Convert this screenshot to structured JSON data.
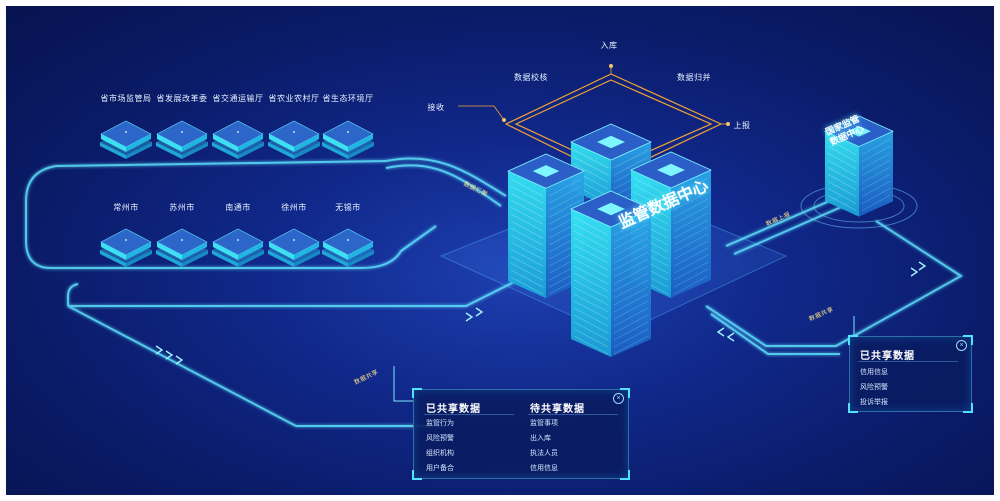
{
  "diagram": {
    "row1_labels": [
      "省市场监管局",
      "省发展改革委",
      "省交通运输厅",
      "省农业农村厅",
      "省生态环境厅"
    ],
    "row2_labels": [
      "常州市",
      "苏州市",
      "南通市",
      "徐州市",
      "无锡市"
    ],
    "flow_labels": {
      "top": "入库",
      "left_top": "数据校核",
      "right_top": "数据归并",
      "left": "接收",
      "right": "上报"
    },
    "center_title": "监管数据中心",
    "national_center": "国家监管\n数据中心",
    "connector_labels": {
      "left_upper": "数据汇聚",
      "right_upper": "数据上报",
      "right_lower": "数据共享",
      "left_lower": "数据共享"
    }
  },
  "panels": {
    "bottom": {
      "left_title": "已共享数据",
      "left_items": [
        "监管行为",
        "风险预警",
        "组织机构",
        "用户备合"
      ],
      "right_title": "待共享数据",
      "right_items": [
        "监管事项",
        "出入库",
        "执法人员",
        "信用信息"
      ]
    },
    "right": {
      "title": "已共享数据",
      "items": [
        "信用信息",
        "风险预警",
        "投诉举报"
      ]
    }
  },
  "colors": {
    "background": "#0b1d6e",
    "line_glow": "#4fe3ff",
    "accent_orange": "#f3a433",
    "server_cyan": "#3ff0ff"
  }
}
